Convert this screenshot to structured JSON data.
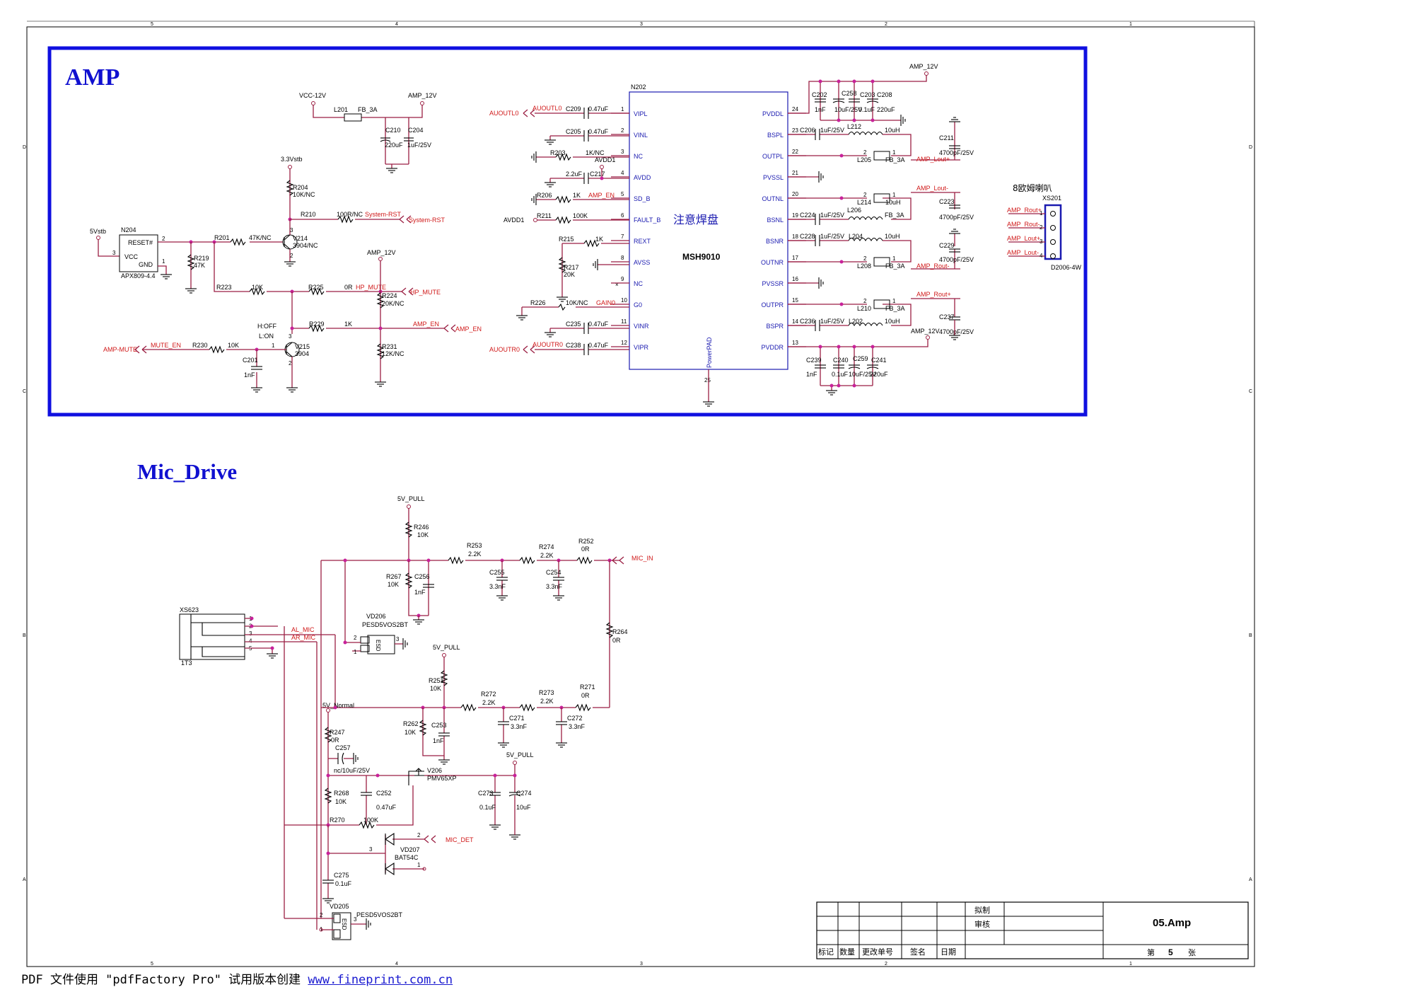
{
  "sections": {
    "amp_title": "AMP",
    "mic_title": "Mic_Drive"
  },
  "ic": {
    "ref": "N202",
    "part": "MSH9010",
    "note": "注意焊盘",
    "pad_label": "PowerPAD",
    "pad_pin": "25",
    "left_pins": [
      {
        "num": "1",
        "name": "VIPL"
      },
      {
        "num": "2",
        "name": "VINL"
      },
      {
        "num": "3",
        "name": "NC"
      },
      {
        "num": "4",
        "name": "AVDD"
      },
      {
        "num": "5",
        "name": "SD_B"
      },
      {
        "num": "6",
        "name": "FAULT_B"
      },
      {
        "num": "7",
        "name": "REXT"
      },
      {
        "num": "8",
        "name": "AVSS"
      },
      {
        "num": "9",
        "name": "NC"
      },
      {
        "num": "10",
        "name": "G0"
      },
      {
        "num": "11",
        "name": "VINR"
      },
      {
        "num": "12",
        "name": "VIPR"
      }
    ],
    "right_pins": [
      {
        "num": "24",
        "name": "PVDDL"
      },
      {
        "num": "23",
        "name": "BSPL"
      },
      {
        "num": "22",
        "name": "OUTPL"
      },
      {
        "num": "21",
        "name": "PVSSL"
      },
      {
        "num": "20",
        "name": "OUTNL"
      },
      {
        "num": "19",
        "name": "BSNL"
      },
      {
        "num": "18",
        "name": "BSNR"
      },
      {
        "num": "17",
        "name": "OUTNR"
      },
      {
        "num": "16",
        "name": "PVSSR"
      },
      {
        "num": "15",
        "name": "OUTPR"
      },
      {
        "num": "14",
        "name": "BSPR"
      },
      {
        "num": "13",
        "name": "PVDDR"
      }
    ]
  },
  "reset_ic": {
    "ref": "N204",
    "part": "APX809-4.4",
    "pins": [
      "RESET#",
      "VCC",
      "GND"
    ],
    "pin_nums": [
      "2",
      "3",
      "1"
    ]
  },
  "amp_components": [
    {
      "ref": "L201",
      "value": "FB_3A"
    },
    {
      "ref": "C210",
      "value": "220uF"
    },
    {
      "ref": "C204",
      "value": "1uF/25V"
    },
    {
      "ref": "R204",
      "value": "10K/NC"
    },
    {
      "ref": "R210",
      "value": "100R/NC"
    },
    {
      "ref": "V214",
      "value": "3904/NC"
    },
    {
      "ref": "R201",
      "value": "47K/NC"
    },
    {
      "ref": "R219",
      "value": "47K"
    },
    {
      "ref": "R223",
      "value": "10K"
    },
    {
      "ref": "R225",
      "value": "0R"
    },
    {
      "ref": "R224",
      "value": "20K/NC"
    },
    {
      "ref": "R229",
      "value": "1K"
    },
    {
      "ref": "R230",
      "value": "10K"
    },
    {
      "ref": "C201",
      "value": "1nF"
    },
    {
      "ref": "V215",
      "value": "3904"
    },
    {
      "ref": "R231",
      "value": "12K/NC"
    },
    {
      "ref": "C209",
      "value": "0.47uF"
    },
    {
      "ref": "C205",
      "value": "0.47uF"
    },
    {
      "ref": "R203",
      "value": "1K/NC"
    },
    {
      "ref": "C217",
      "value": "2.2uF"
    },
    {
      "ref": "R206",
      "value": "1K"
    },
    {
      "ref": "R211",
      "value": "100K"
    },
    {
      "ref": "R215",
      "value": "1K"
    },
    {
      "ref": "R217",
      "value": "20K"
    },
    {
      "ref": "R226",
      "value": "10K/NC"
    },
    {
      "ref": "C235",
      "value": "0.47uF"
    },
    {
      "ref": "C238",
      "value": "0.47uF"
    },
    {
      "ref": "C202",
      "value": "1nF"
    },
    {
      "ref": "C258",
      "value": "10uF/25V"
    },
    {
      "ref": "C203",
      "value": "0.1uF"
    },
    {
      "ref": "C208",
      "value": "220uF"
    },
    {
      "ref": "C206",
      "value": "1uF/25V"
    },
    {
      "ref": "L212",
      "value": "10uH"
    },
    {
      "ref": "L205",
      "value": "FB_3A"
    },
    {
      "ref": "C211",
      "value": "4700pF/25V"
    },
    {
      "ref": "C224",
      "value": "1uF/25V"
    },
    {
      "ref": "L214",
      "value": "10uH"
    },
    {
      "ref": "L206",
      "value": "FB_3A"
    },
    {
      "ref": "C223",
      "value": "4700pF/25V"
    },
    {
      "ref": "C228",
      "value": "1uF/25V"
    },
    {
      "ref": "L204",
      "value": "10uH"
    },
    {
      "ref": "L208",
      "value": "FB_3A"
    },
    {
      "ref": "C229",
      "value": "4700pF/25V"
    },
    {
      "ref": "L210",
      "value": "FB_3A"
    },
    {
      "ref": "C236",
      "value": "1uF/25V"
    },
    {
      "ref": "L202",
      "value": "10uH"
    },
    {
      "ref": "C237",
      "value": "4700pF/25V"
    },
    {
      "ref": "C239",
      "value": "1nF"
    },
    {
      "ref": "C240",
      "value": "0.1uF"
    },
    {
      "ref": "C259",
      "value": "10uF/25V"
    },
    {
      "ref": "C241",
      "value": "220uF"
    }
  ],
  "amp_nets": {
    "vcc12": "VCC-12V",
    "amp12": "AMP_12V",
    "v33": "3.3Vstb",
    "v5stb": "5Vstb",
    "sysrst": "System-RST",
    "hpmute": "HP_MUTE",
    "ampen": "AMP_EN",
    "ampmute": "AMP-MUTE",
    "muteen": "MUTE_EN",
    "hoff": "H:OFF",
    "lon": "L:ON",
    "auoutl0": "AUOUTL0",
    "auoutr0": "AUOUTR0",
    "avdd1": "AVDD1",
    "gain0": "GAIN0",
    "routp": "AMP_Rout+",
    "routm": "AMP_Rout-",
    "loutp": "AMP_Lout+",
    "loutm": "AMP_Lout-"
  },
  "speaker": {
    "label": "8欧姆喇叭",
    "ref": "XS201",
    "part": "D2006-4W",
    "pins": [
      "AMP_Rout+",
      "AMP_Rout-",
      "AMP_Lout+",
      "AMP_Lout-"
    ],
    "pin_nums": [
      "1",
      "2",
      "3",
      "4"
    ]
  },
  "mic_components": [
    {
      "ref": "R246",
      "value": "10K"
    },
    {
      "ref": "R253",
      "value": "2.2K"
    },
    {
      "ref": "R274",
      "value": "2.2K"
    },
    {
      "ref": "R252",
      "value": "0R"
    },
    {
      "ref": "R267",
      "value": "10K"
    },
    {
      "ref": "C256",
      "value": "1nF"
    },
    {
      "ref": "C255",
      "value": "3.3nF"
    },
    {
      "ref": "C254",
      "value": "3.3nF"
    },
    {
      "ref": "R264",
      "value": "0R"
    },
    {
      "ref": "R251",
      "value": "10K"
    },
    {
      "ref": "R272",
      "value": "2.2K"
    },
    {
      "ref": "R273",
      "value": "2.2K"
    },
    {
      "ref": "R271",
      "value": "0R"
    },
    {
      "ref": "R262",
      "value": "10K"
    },
    {
      "ref": "C253",
      "value": "1nF"
    },
    {
      "ref": "C271",
      "value": "3.3nF"
    },
    {
      "ref": "C272",
      "value": "3.3nF"
    },
    {
      "ref": "R247",
      "value": "0R"
    },
    {
      "ref": "C257",
      "value": "nc/10uF/25V"
    },
    {
      "ref": "R268",
      "value": "10K"
    },
    {
      "ref": "C252",
      "value": "0.47uF"
    },
    {
      "ref": "V206",
      "value": "PMV65XP"
    },
    {
      "ref": "C273",
      "value": "0.1uF"
    },
    {
      "ref": "C274",
      "value": "10uF"
    },
    {
      "ref": "R270",
      "value": "100K"
    },
    {
      "ref": "VD207",
      "value": "BAT54C"
    },
    {
      "ref": "C275",
      "value": "0.1uF"
    }
  ],
  "mic_nets": {
    "pull": "5V_PULL",
    "normal": "5V_Normal",
    "micin": "MIC_IN",
    "micdet": "MIC_DET",
    "almic": "AL_MIC",
    "armic": "AR_MIC"
  },
  "mic_connector": {
    "ref": "XS623",
    "part": "1T3",
    "pins": [
      "1",
      "2",
      "3",
      "4",
      "5"
    ]
  },
  "esd": [
    {
      "ref": "VD206",
      "part": "PESD5VOS2BT",
      "tag": "ESD"
    },
    {
      "ref": "VD205",
      "part": "PESD5VOS2BT",
      "tag": "ESD"
    }
  ],
  "zones_top": [
    "5",
    "4",
    "3",
    "2",
    "1"
  ],
  "zones_side": [
    "D",
    "C",
    "B",
    "A"
  ],
  "title_block": {
    "drawn": "拟制",
    "check": "审核",
    "drawing": "05.Amp",
    "cols": [
      "标记",
      "数量",
      "更改单号",
      "签名",
      "日期"
    ],
    "sheet_prefix": "第",
    "sheet_no": "5",
    "sheet_suffix": "张"
  },
  "footer": {
    "prefix": "PDF 文件使用 \"pdfFactory Pro\" 试用版本创建 ",
    "link": "www.fineprint.com.cn"
  }
}
